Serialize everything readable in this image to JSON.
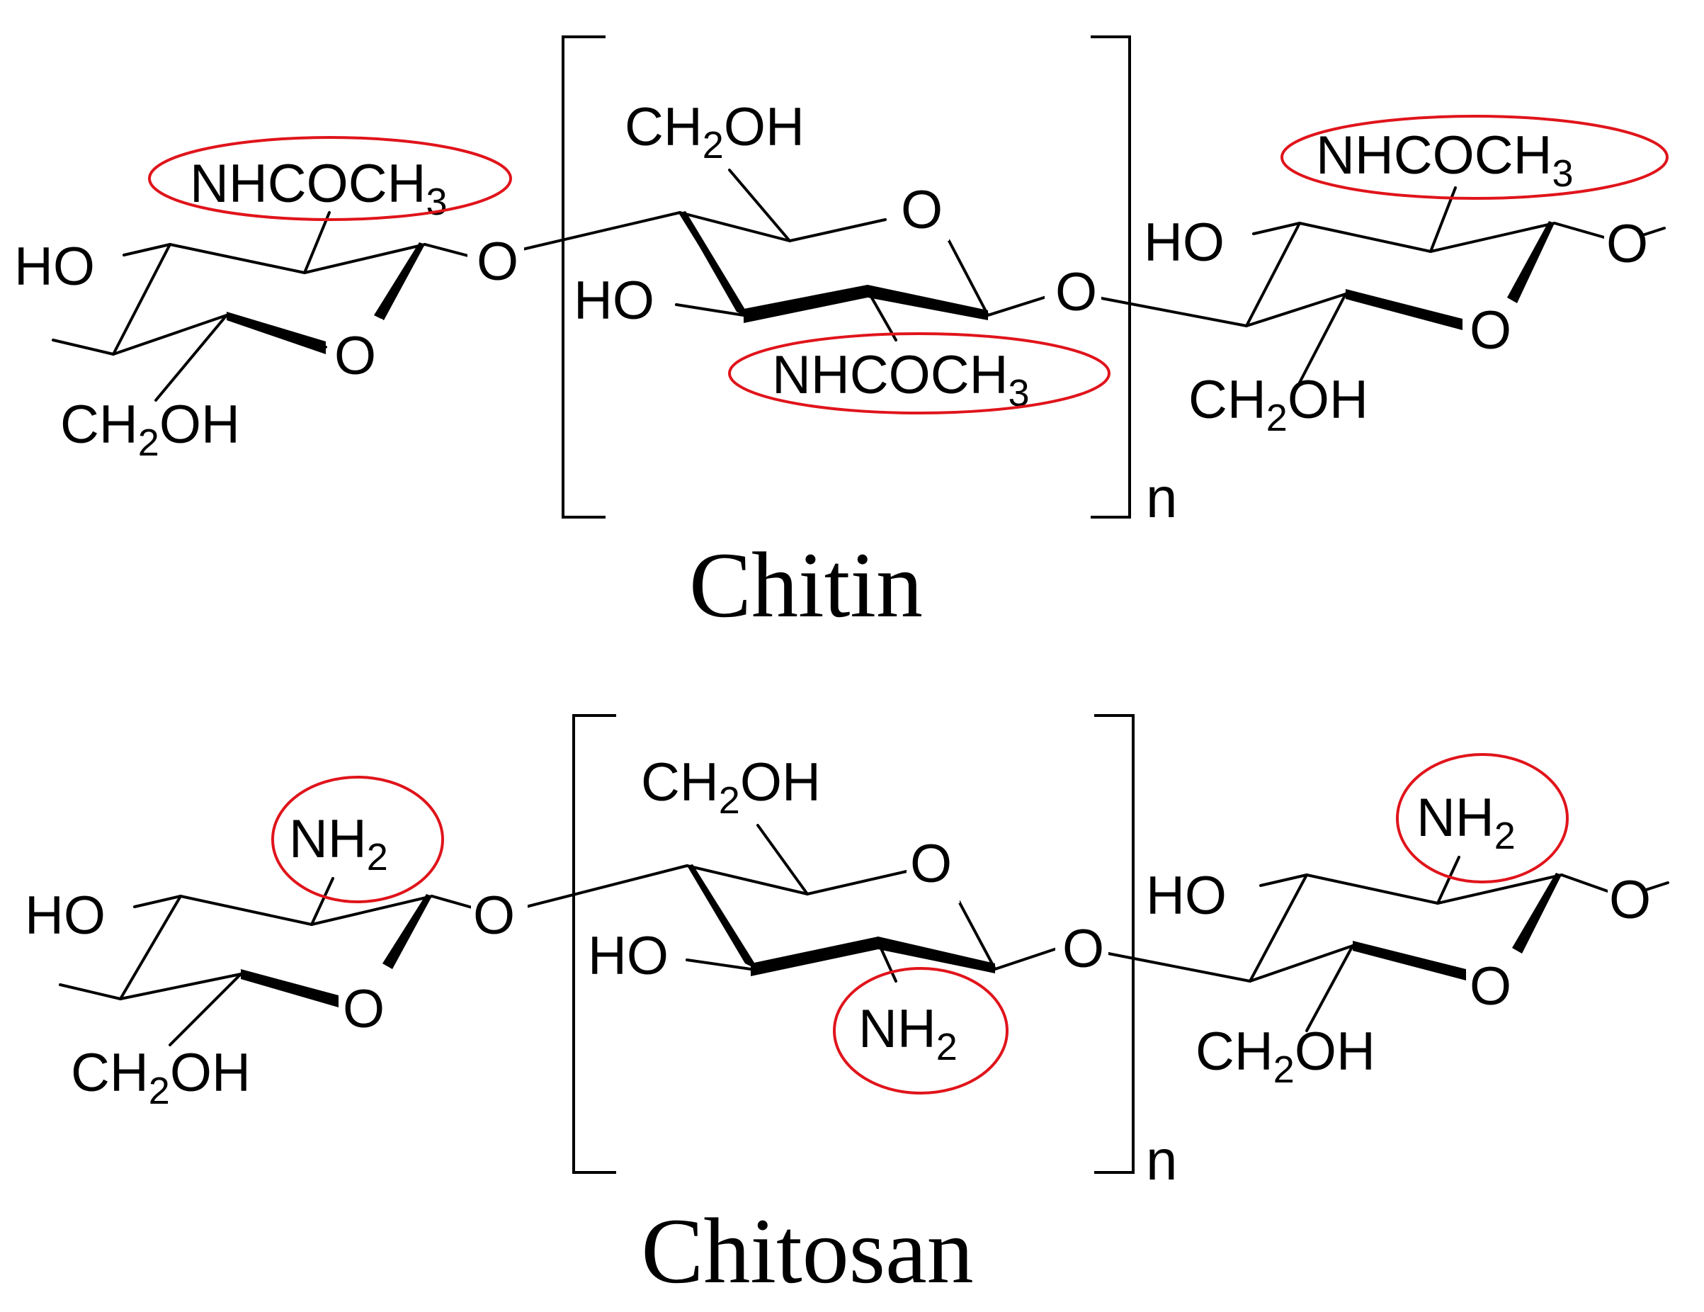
{
  "highlight_color": "#e0141b",
  "chitin": {
    "name": "Chitin",
    "repeat_label": "n",
    "left_unit": {
      "HO": "HO",
      "CH2OH_a": "CH",
      "CH2OH_sub": "2",
      "CH2OH_b": "OH",
      "ring_O": "O",
      "group_a": "NHCOCH",
      "group_sub": "3"
    },
    "linker_O_1": "O",
    "mid_unit": {
      "HO": "HO",
      "CH2OH_a": "CH",
      "CH2OH_sub": "2",
      "CH2OH_b": "OH",
      "ring_O": "O",
      "group_a": "NHCOCH",
      "group_sub": "3"
    },
    "linker_O_2": "O",
    "right_unit": {
      "HO": "HO",
      "CH2OH_a": "CH",
      "CH2OH_sub": "2",
      "CH2OH_b": "OH",
      "ring_O": "O",
      "group_a": "NHCOCH",
      "group_sub": "3",
      "end_O": "O"
    }
  },
  "chitosan": {
    "name": "Chitosan",
    "repeat_label": "n",
    "left_unit": {
      "HO": "HO",
      "CH2OH_a": "CH",
      "CH2OH_sub": "2",
      "CH2OH_b": "OH",
      "ring_O": "O",
      "group_a": "NH",
      "group_sub": "2"
    },
    "linker_O_1": "O",
    "mid_unit": {
      "HO": "HO",
      "CH2OH_a": "CH",
      "CH2OH_sub": "2",
      "CH2OH_b": "OH",
      "ring_O": "O",
      "group_a": "NH",
      "group_sub": "2"
    },
    "linker_O_2": "O",
    "right_unit": {
      "HO": "HO",
      "CH2OH_a": "CH",
      "CH2OH_sub": "2",
      "CH2OH_b": "OH",
      "ring_O": "O",
      "group_a": "NH",
      "group_sub": "2",
      "end_O": "O"
    }
  }
}
